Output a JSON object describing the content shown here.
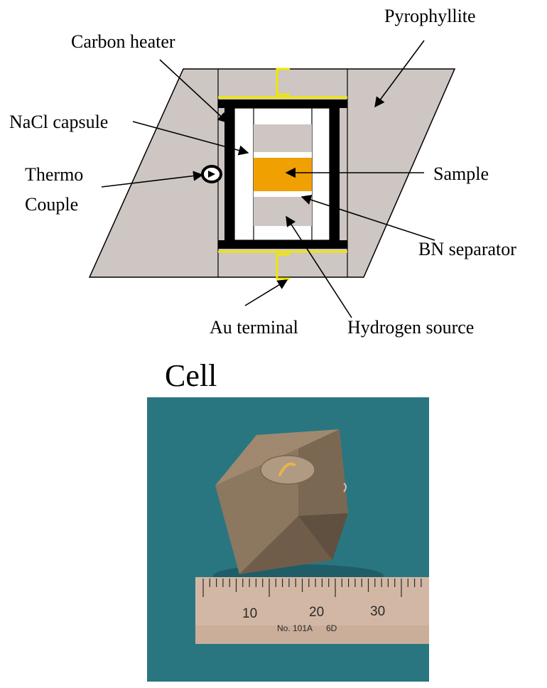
{
  "labels": {
    "pyrophyllite": "Pyrophyllite",
    "carbon_heater": "Carbon heater",
    "nacl_capsule": "NaCl capsule",
    "thermo_line1": "Thermo",
    "thermo_line2": "Couple",
    "sample": "Sample",
    "bn_separator": "BN separator",
    "au_terminal": "Au terminal",
    "hydrogen_source": "Hydrogen source"
  },
  "photo": {
    "title": "Cell",
    "ruler_numbers": [
      "10",
      "20",
      "30"
    ],
    "ruler_text": "No. 101A",
    "ruler_text2": "6D"
  },
  "colors": {
    "pyrophyllite": "#cdc6c3",
    "sample": "#f0a000",
    "au_terminal": "#f2e600",
    "heater": "#000000",
    "background_teal": "#2c7e88",
    "ruler": "#d2b8a4",
    "octahedron": "#8c7760"
  }
}
